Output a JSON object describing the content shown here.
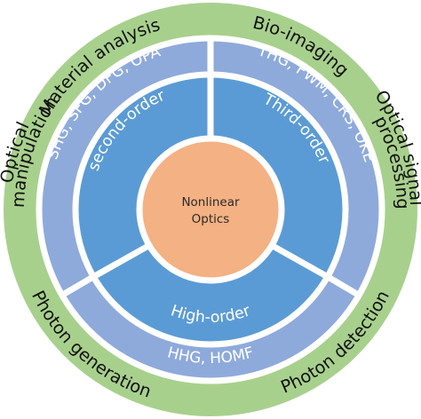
{
  "center": {
    "line1": "Nonlinear",
    "line2": "Optics"
  },
  "orders": {
    "second": "second-order",
    "third": "Third-order",
    "high": "High-order"
  },
  "processes": {
    "second": "SHG, SFG, DFG, OPA",
    "third": "THG, FWM, CRS, OKE",
    "high": "HHG, HOMF"
  },
  "applications": {
    "material_analysis": "Material analysis",
    "bio_imaging": "Bio-imaging",
    "optical_signal_processing_1": "Optical signal",
    "optical_signal_processing_2": "processing",
    "photon_detection": "Photon detection",
    "photon_generation": "Photon generation",
    "optical_manipulation_1": "Optical",
    "optical_manipulation_2": "manipulation"
  },
  "colors": {
    "outer_ring": "#a8d08d",
    "middle_ring": "#8eaadb",
    "inner_ring": "#5b9bd5",
    "center": "#f4b183",
    "divider": "#ffffff"
  }
}
